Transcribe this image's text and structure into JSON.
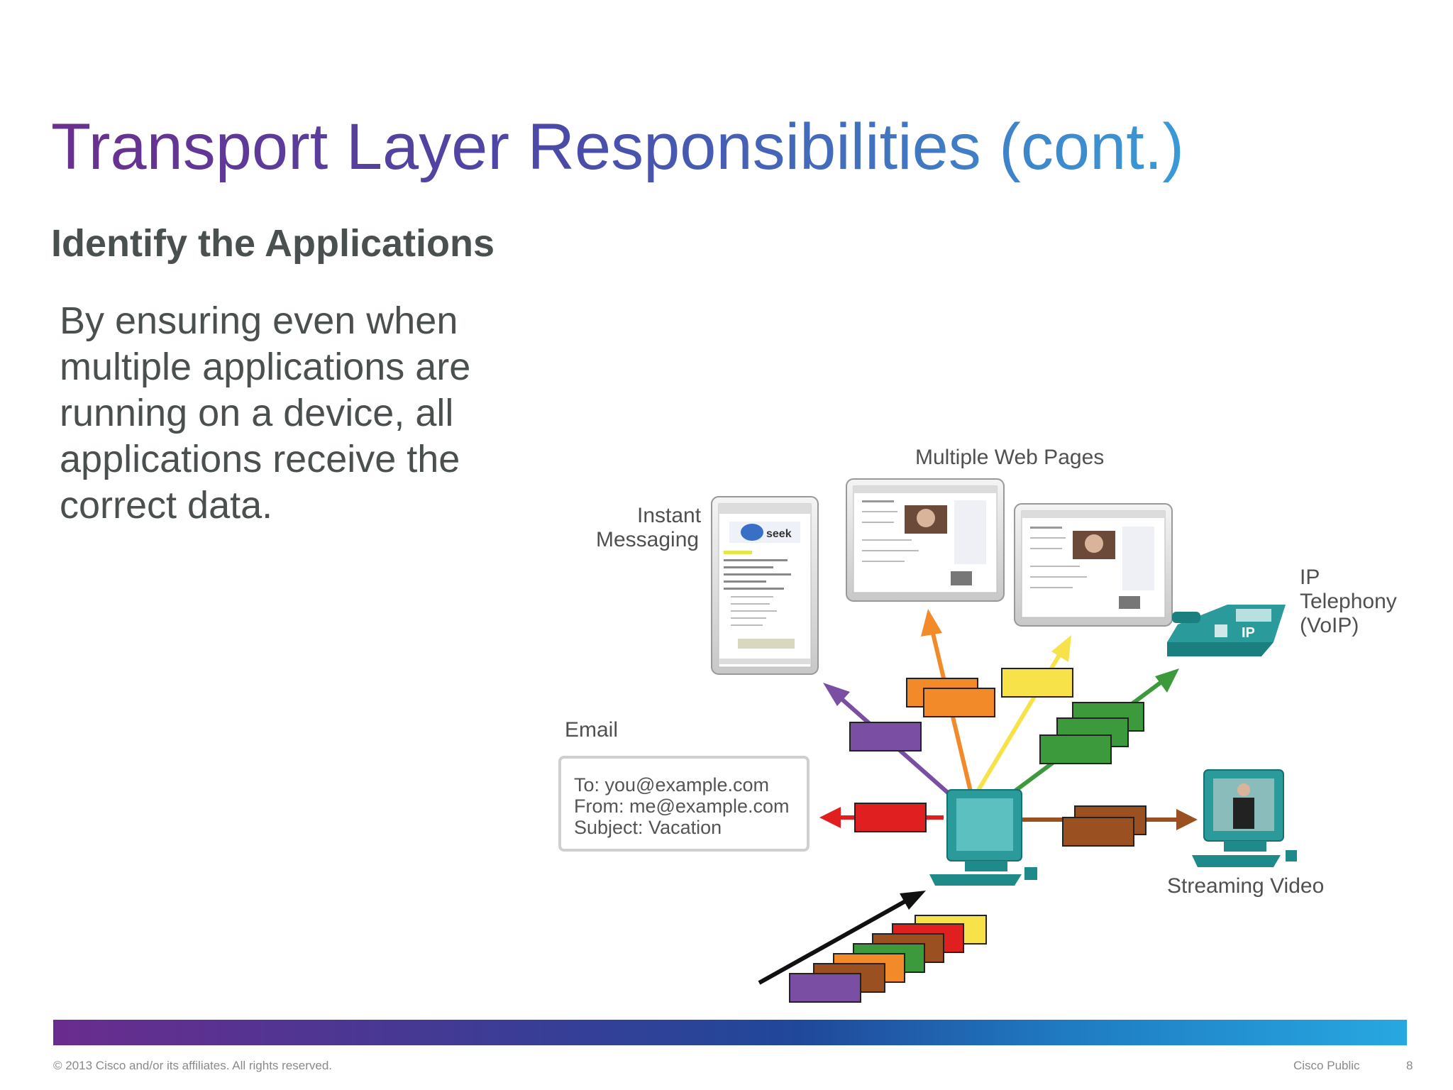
{
  "slide": {
    "title": "Transport Layer Responsibilities (cont.)",
    "subtitle": "Identify the Applications",
    "body": "By ensuring even when multiple applications are running on a device, all applications receive the correct data."
  },
  "diagram": {
    "labels": {
      "web_pages": "Multiple Web Pages",
      "im_line1": "Instant",
      "im_line2": "Messaging",
      "ip_line1": "IP",
      "ip_line2": "Telephony",
      "ip_line3": "(VoIP)",
      "email": "Email",
      "streaming": "Streaming Video",
      "ip_badge": "IP",
      "seek_logo": "seek"
    },
    "email": {
      "to": "To: you@example.com",
      "from": "From: me@example.com",
      "subject": "Subject: Vacation"
    },
    "colors": {
      "purple": "#7a4fa3",
      "orange": "#f28a2a",
      "yellow": "#f7e24a",
      "green": "#3c9a3c",
      "red": "#e02020",
      "brown": "#9a5020",
      "teal": "#2a9a9a"
    }
  },
  "footer": {
    "copyright": "© 2013 Cisco and/or its affiliates. All rights reserved.",
    "classification": "Cisco Public",
    "page_number": "8"
  }
}
